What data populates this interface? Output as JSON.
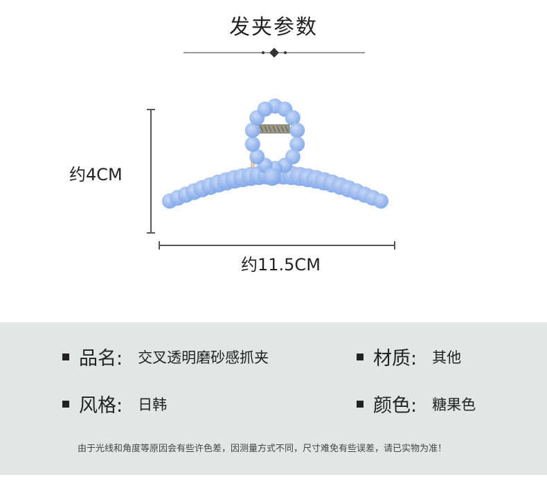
{
  "header": {
    "title": "发夹参数"
  },
  "dimensions": {
    "height_label": "约4CM",
    "width_label": "约11.5CM"
  },
  "specs": {
    "product_name": {
      "label": "品名:",
      "value": "交叉透明磨砂感抓夹"
    },
    "material": {
      "label": "材质:",
      "value": "其他"
    },
    "style": {
      "label": "风格:",
      "value": "日韩"
    },
    "color": {
      "label": "颜色:",
      "value": "糖果色"
    }
  },
  "note": "由于光线和角度等原因会有些许色差，因测量方式不同，尺寸难免有些误差，请已实物为准！",
  "colors": {
    "bead": "#8fb2ec",
    "bead_highlight": "#c7d8f7",
    "panel_bg": "#e3e6e5"
  }
}
